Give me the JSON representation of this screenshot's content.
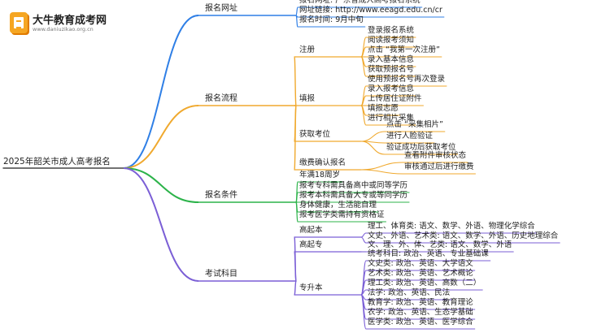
{
  "logo": {
    "title": "大牛教育成考网",
    "url": "www.daniuzikao.org.cn",
    "icon": "book-icon"
  },
  "colors": {
    "blue": "#2f7fe6",
    "orange": "#f0a92e",
    "green": "#2cb34a",
    "purple": "#7b5fd6"
  },
  "mindmap": {
    "root": "2025年韶关市成人高考报名",
    "branches": [
      {
        "id": "site",
        "label": "报名网址",
        "color": "blue",
        "children": [
          {
            "label": "报名网址: 广东省成人高考报名系统"
          },
          {
            "label": "网址链接: http://www.eeagd.edu.cn/cr"
          },
          {
            "label": "报名时间: 9月中旬"
          }
        ]
      },
      {
        "id": "process",
        "label": "报名流程",
        "color": "orange",
        "children": [
          {
            "label": "注册",
            "children": [
              {
                "label": "登录报名系统"
              },
              {
                "label": "阅读报考须知"
              },
              {
                "label": "点击 “我第一次注册”"
              },
              {
                "label": "录入基本信息"
              },
              {
                "label": "获取预报名号"
              }
            ]
          },
          {
            "label": "填报",
            "children": [
              {
                "label": "使用预报名号再次登录"
              },
              {
                "label": "录入报考信息"
              },
              {
                "label": "上传居住证附件"
              },
              {
                "label": "填报志愿"
              },
              {
                "label": "进行相片采集"
              }
            ]
          },
          {
            "label": "获取考位",
            "children": [
              {
                "label": "点击 “采集相片”"
              },
              {
                "label": "进行人脸验证"
              },
              {
                "label": "验证成功后获取考位"
              }
            ]
          },
          {
            "label": "缴费确认报名",
            "children": [
              {
                "label": "查看附件审核状态"
              },
              {
                "label": "审核通过后进行缴费"
              }
            ]
          }
        ]
      },
      {
        "id": "conditions",
        "label": "报名条件",
        "color": "green",
        "children": [
          {
            "label": "年满18周岁"
          },
          {
            "label": "报考专科需具备高中或同等学历"
          },
          {
            "label": "报考本科需具备大专或等同学历"
          },
          {
            "label": "身体健康，生活能自理"
          },
          {
            "label": "报考医学类需持有资格证"
          }
        ]
      },
      {
        "id": "subjects",
        "label": "考试科目",
        "color": "purple",
        "children": [
          {
            "label": "高起本",
            "children": [
              {
                "label": "理工、体育类: 语文、数学、外语、物理化学综合"
              },
              {
                "label": "文史、外语、艺术类: 语文、数学、外语、历史地理综合"
              }
            ]
          },
          {
            "label": "高起专",
            "children": [
              {
                "label": "文、理、外、体、艺类: 语文、数学、外语"
              }
            ]
          },
          {
            "label": "专升本",
            "children": [
              {
                "label": "统考科目: 政治、英语、专业基础课"
              },
              {
                "label": "文史类: 政治、英语、大学语文"
              },
              {
                "label": "艺术类: 政治、英语、艺术概论"
              },
              {
                "label": "理工类: 政治、英语、高数（二）"
              },
              {
                "label": "法学: 政治、英语、民法"
              },
              {
                "label": "教育学: 政治、英语、教育理论"
              },
              {
                "label": "农学: 政治、英语、生态学基础"
              },
              {
                "label": "医学类: 政治、英语、医学综合"
              }
            ]
          }
        ]
      }
    ]
  }
}
